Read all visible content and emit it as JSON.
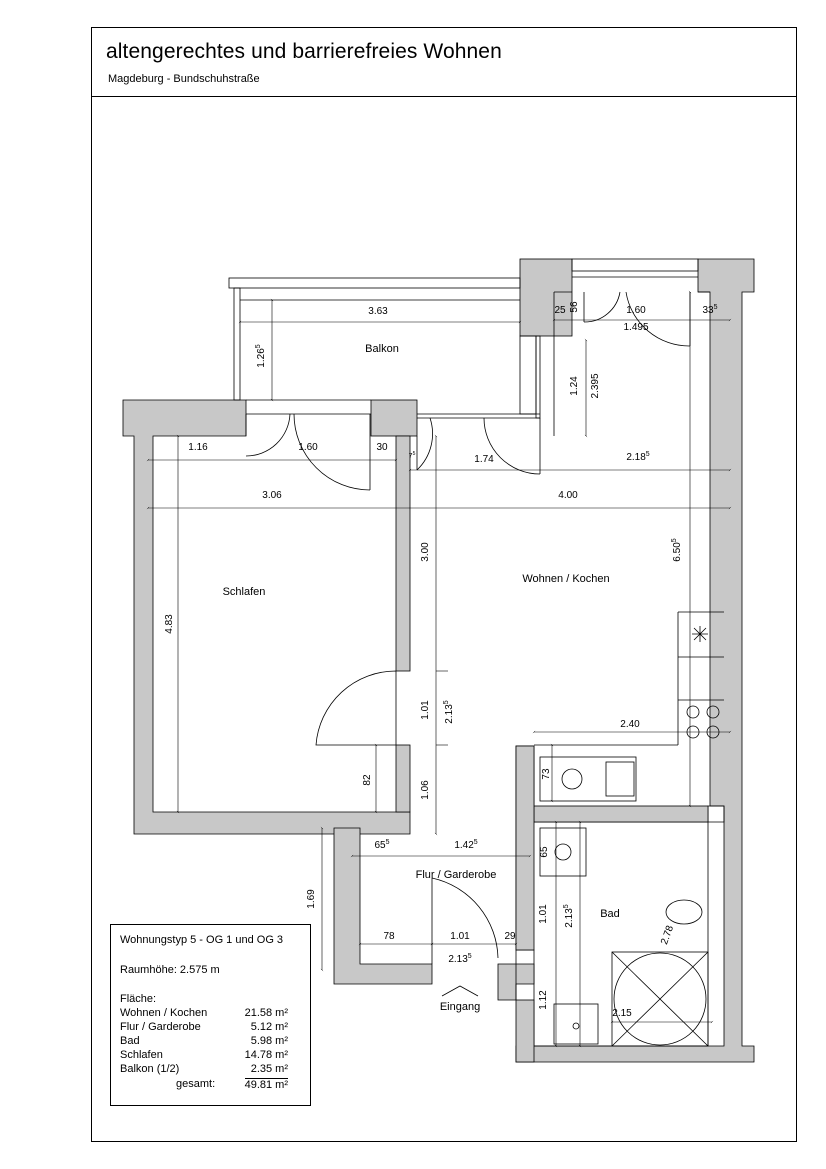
{
  "title": "altengerechtes und barrierefreies Wohnen",
  "subtitle": "Magdeburg - Bundschuhstraße",
  "rooms": {
    "balkon": "Balkon",
    "schlafen": "Schlafen",
    "wohnen": "Wohnen / Kochen",
    "flur": "Flur / Garderobe",
    "bad": "Bad",
    "eingang": "Eingang"
  },
  "dimensions": {
    "balkon_width": "3.63",
    "balkon_depth": "1.26",
    "balkon_depth_sup": "5",
    "top_25": "25",
    "top_56": "56",
    "top_160": "1.60",
    "top_1495": "1.495",
    "top_33": "33",
    "top_33_sup": "5",
    "d_124": "1.24",
    "d_2395": "2.395",
    "s_116": "1.16",
    "s_160": "1.60",
    "s_30": "30",
    "s_7": "7",
    "s_7_sup": "5",
    "w_174": "1.74",
    "w_218": "2.18",
    "w_218_sup": "5",
    "s_306": "3.06",
    "w_400": "4.00",
    "w_650": "6.50",
    "w_650_sup": "5",
    "v_300": "3.00",
    "s_483": "4.83",
    "v_101": "1.01",
    "v_213": "2.13",
    "v_213_sup": "5",
    "v_106": "1.06",
    "s_82": "82",
    "k_240": "2.40",
    "k_73": "73",
    "f_65": "65",
    "f_65_sup": "5",
    "f_142": "1.42",
    "f_142_sup": "5",
    "f_169": "1.69",
    "f_78": "78",
    "f_101": "1.01",
    "f_29": "29",
    "f_213": "2.13",
    "f_213_sup": "5",
    "b_65": "65",
    "b_101": "1.01",
    "b_213": "2.13",
    "b_213_sup": "5",
    "b_278": "2.78",
    "b_112": "1.12",
    "b_215": "2.15"
  },
  "info": {
    "type": "Wohnungstyp 5 - OG 1 und OG 3",
    "height": "Raumhöhe: 2.575 m",
    "area_label": "Fläche:",
    "areas": [
      {
        "name": "Wohnen / Kochen",
        "value": "21.58 m²"
      },
      {
        "name": "Flur / Garderobe",
        "value": "5.12 m²"
      },
      {
        "name": "Bad",
        "value": "5.98 m²"
      },
      {
        "name": "Schlafen",
        "value": "14.78 m²"
      },
      {
        "name": "Balkon (1/2)",
        "value": "2.35 m²"
      }
    ],
    "total_label": "gesamt:",
    "total_value": "49.81 m²"
  },
  "colors": {
    "wall": "#c8c8c8",
    "line": "#000000"
  }
}
